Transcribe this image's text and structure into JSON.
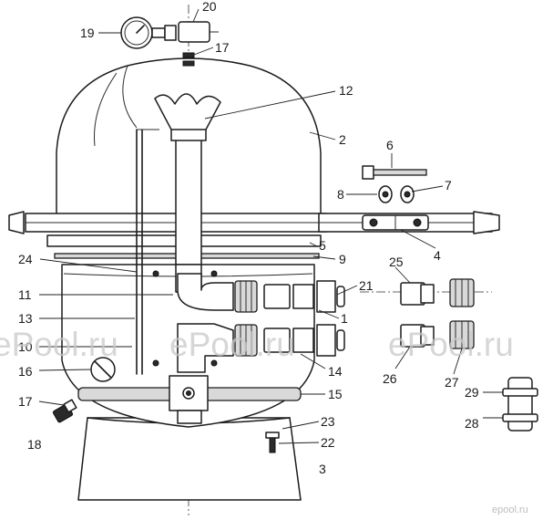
{
  "diagram": {
    "callouts": {
      "c1": "1",
      "c2": "2",
      "c3": "3",
      "c4": "4",
      "c5": "5",
      "c6": "6",
      "c7": "7",
      "c8": "8",
      "c9": "9",
      "c10": "10",
      "c11": "11",
      "c12": "12",
      "c13": "13",
      "c14": "14",
      "c15": "15",
      "c16": "16",
      "c17a": "17",
      "c17b": "17",
      "c18": "18",
      "c19": "19",
      "c20": "20",
      "c21": "21",
      "c22": "22",
      "c23": "23",
      "c24": "24",
      "c25": "25",
      "c26": "26",
      "c27": "27",
      "c28": "28",
      "c29": "29"
    },
    "watermarks": {
      "left": "ePool.ru",
      "center": "ePool.ru",
      "right": "ePool.ru",
      "corner": "epool.ru"
    }
  }
}
